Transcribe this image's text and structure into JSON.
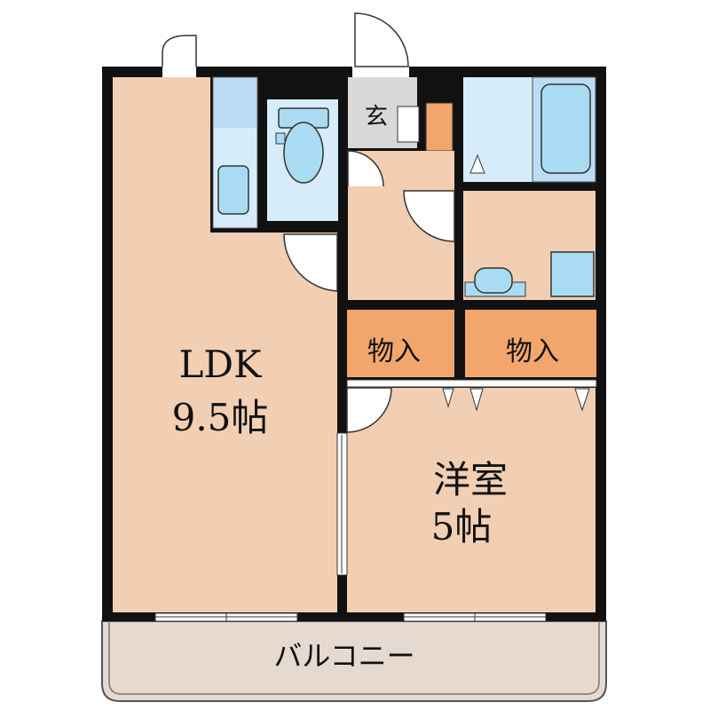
{
  "floorplan": {
    "colors": {
      "wall": "#111111",
      "floor_wood": "#f2cfb3",
      "wet_area": "#d6ecfb",
      "fixture": "#a9dcf2",
      "closet": "#f2a66b",
      "entrance": "#d8d8d8",
      "balcony": "#e6d9cf"
    },
    "rooms": {
      "ldk": {
        "name": "LDK",
        "size": "9.5帖"
      },
      "western": {
        "name": "洋室",
        "size": "5帖"
      },
      "closet_left": {
        "name": "物入"
      },
      "closet_right": {
        "name": "物入"
      },
      "entrance": {
        "name": "玄"
      },
      "balcony": {
        "name": "バルコニー"
      }
    }
  }
}
